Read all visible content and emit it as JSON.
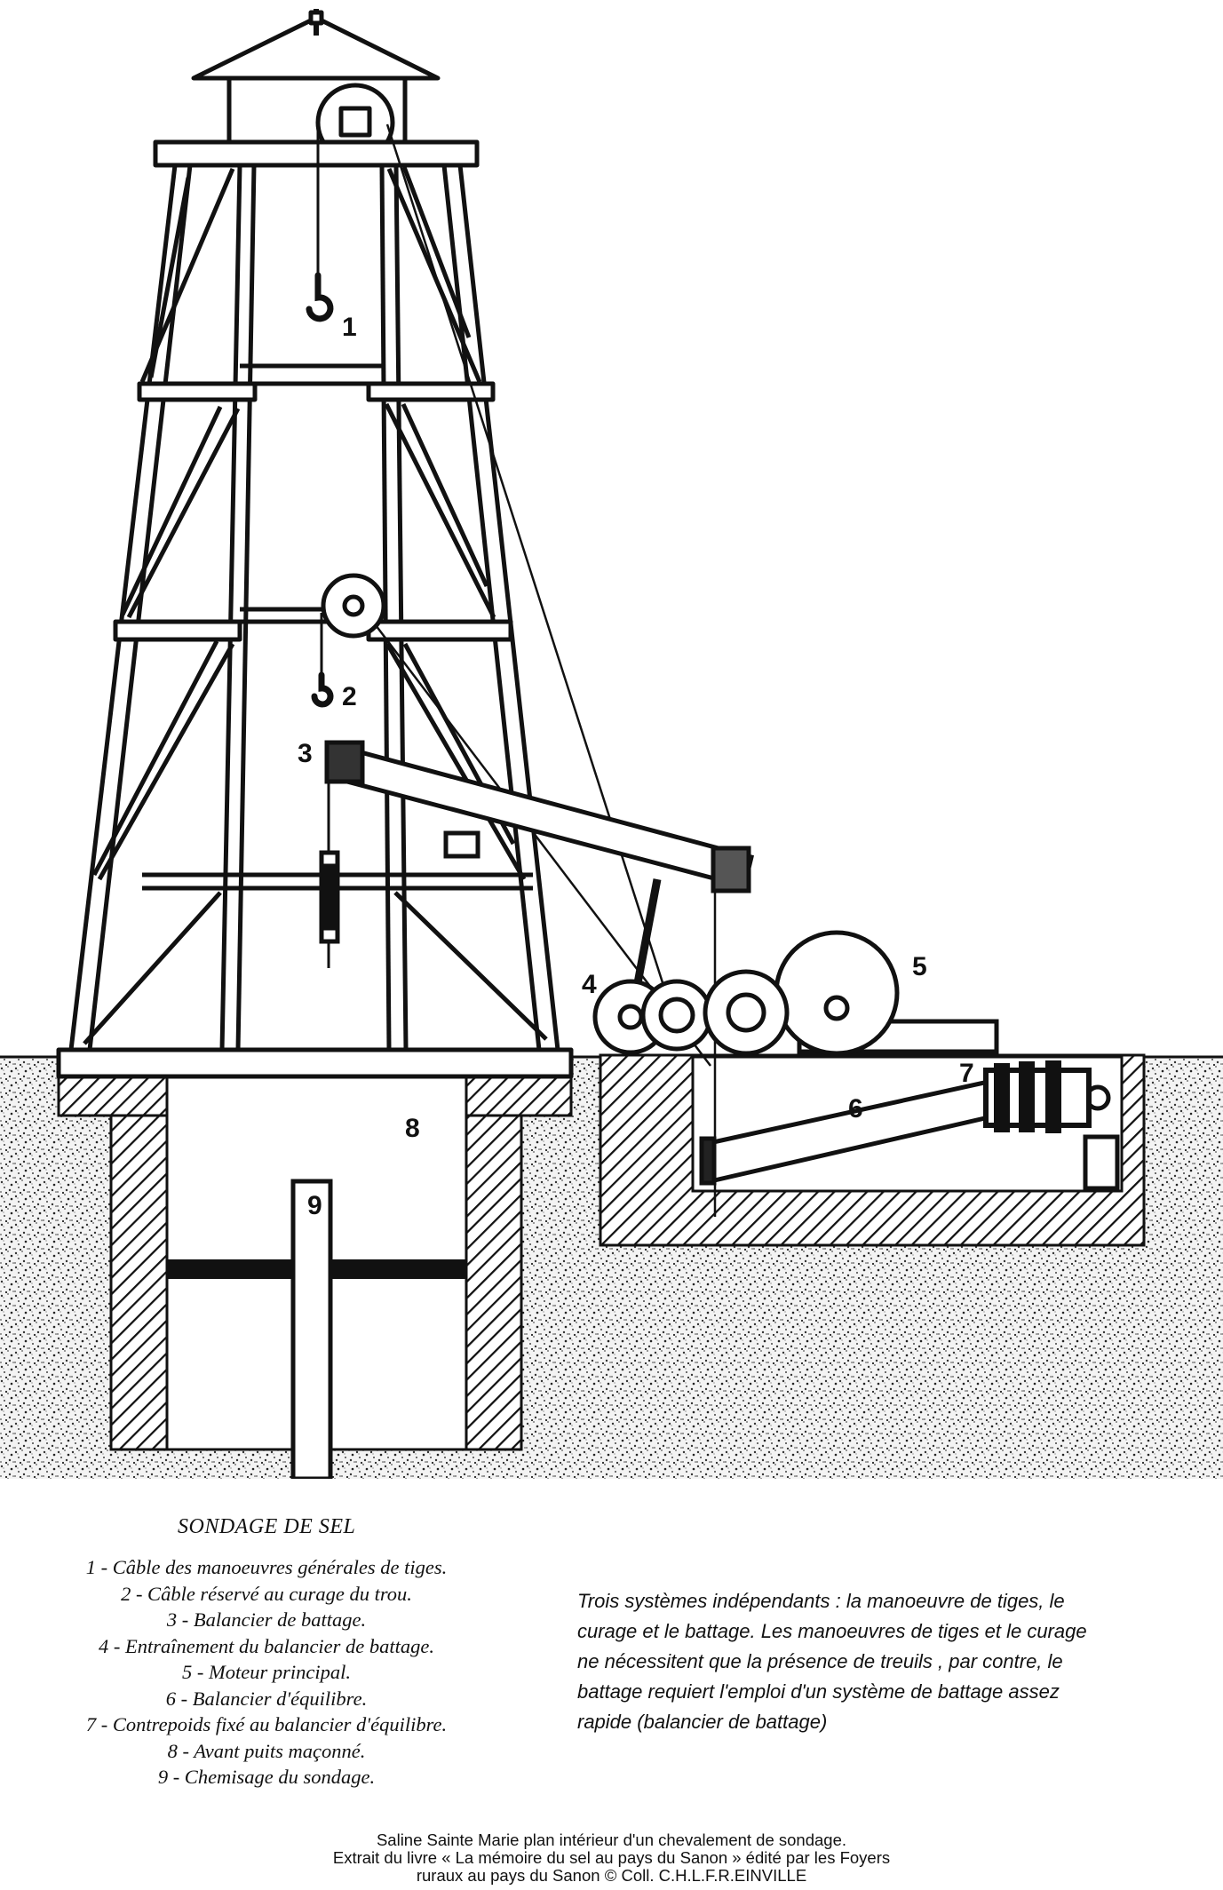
{
  "diagram": {
    "labels": [
      "1",
      "2",
      "3",
      "4",
      "5",
      "6",
      "7",
      "8",
      "9"
    ]
  },
  "caption": {
    "title": "SONDAGE DE SEL",
    "legend": [
      "1 - Câble des manoeuvres générales de tiges.",
      "2 - Câble réservé au curage du trou.",
      "3 - Balancier de battage.",
      "4 - Entraînement du balancier de battage.",
      "5 - Moteur principal.",
      "6 - Balancier d'équilibre.",
      "7 - Contrepoids fixé au balancier d'équilibre.",
      "8 - Avant puits maçonné.",
      "9 - Chemisage du sondage."
    ]
  },
  "note": {
    "lines": [
      "Trois systèmes indépendants : la manoeuvre de tiges, le",
      "curage et le battage. Les manoeuvres de tiges et le curage",
      "ne nécessitent que la présence de treuils , par contre, le",
      "battage requiert l'emploi  d'un système de battage assez",
      "rapide (balancier de battage)"
    ]
  },
  "credit": {
    "lines": [
      "Saline Sainte Marie plan intérieur d'un chevalement de sondage.",
      "Extrait du livre « La mémoire du sel au pays du Sanon » édité par les Foyers",
      "ruraux au pays du Sanon © Coll. C.H.L.F.R.EINVILLE"
    ]
  }
}
